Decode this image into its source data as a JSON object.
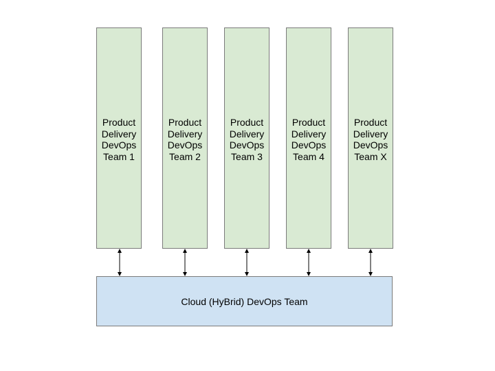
{
  "colors": {
    "team_fill": "#d9ead3",
    "cloud_fill": "#cfe2f3",
    "border": "#7a7a7a",
    "arrow": "#000000"
  },
  "teams": [
    {
      "label": "Product\nDelivery\nDevOps\nTeam 1"
    },
    {
      "label": "Product\nDelivery\nDevOps\nTeam 2"
    },
    {
      "label": "Product\nDelivery\nDevOps\nTeam 3"
    },
    {
      "label": "Product\nDelivery\nDevOps\nTeam 4"
    },
    {
      "label": "Product\nDelivery\nDevOps\nTeam X"
    }
  ],
  "cloud_team": {
    "label": "Cloud (HyBrid) DevOps Team"
  },
  "connectors": {
    "style": "bidirectional-arrow"
  }
}
